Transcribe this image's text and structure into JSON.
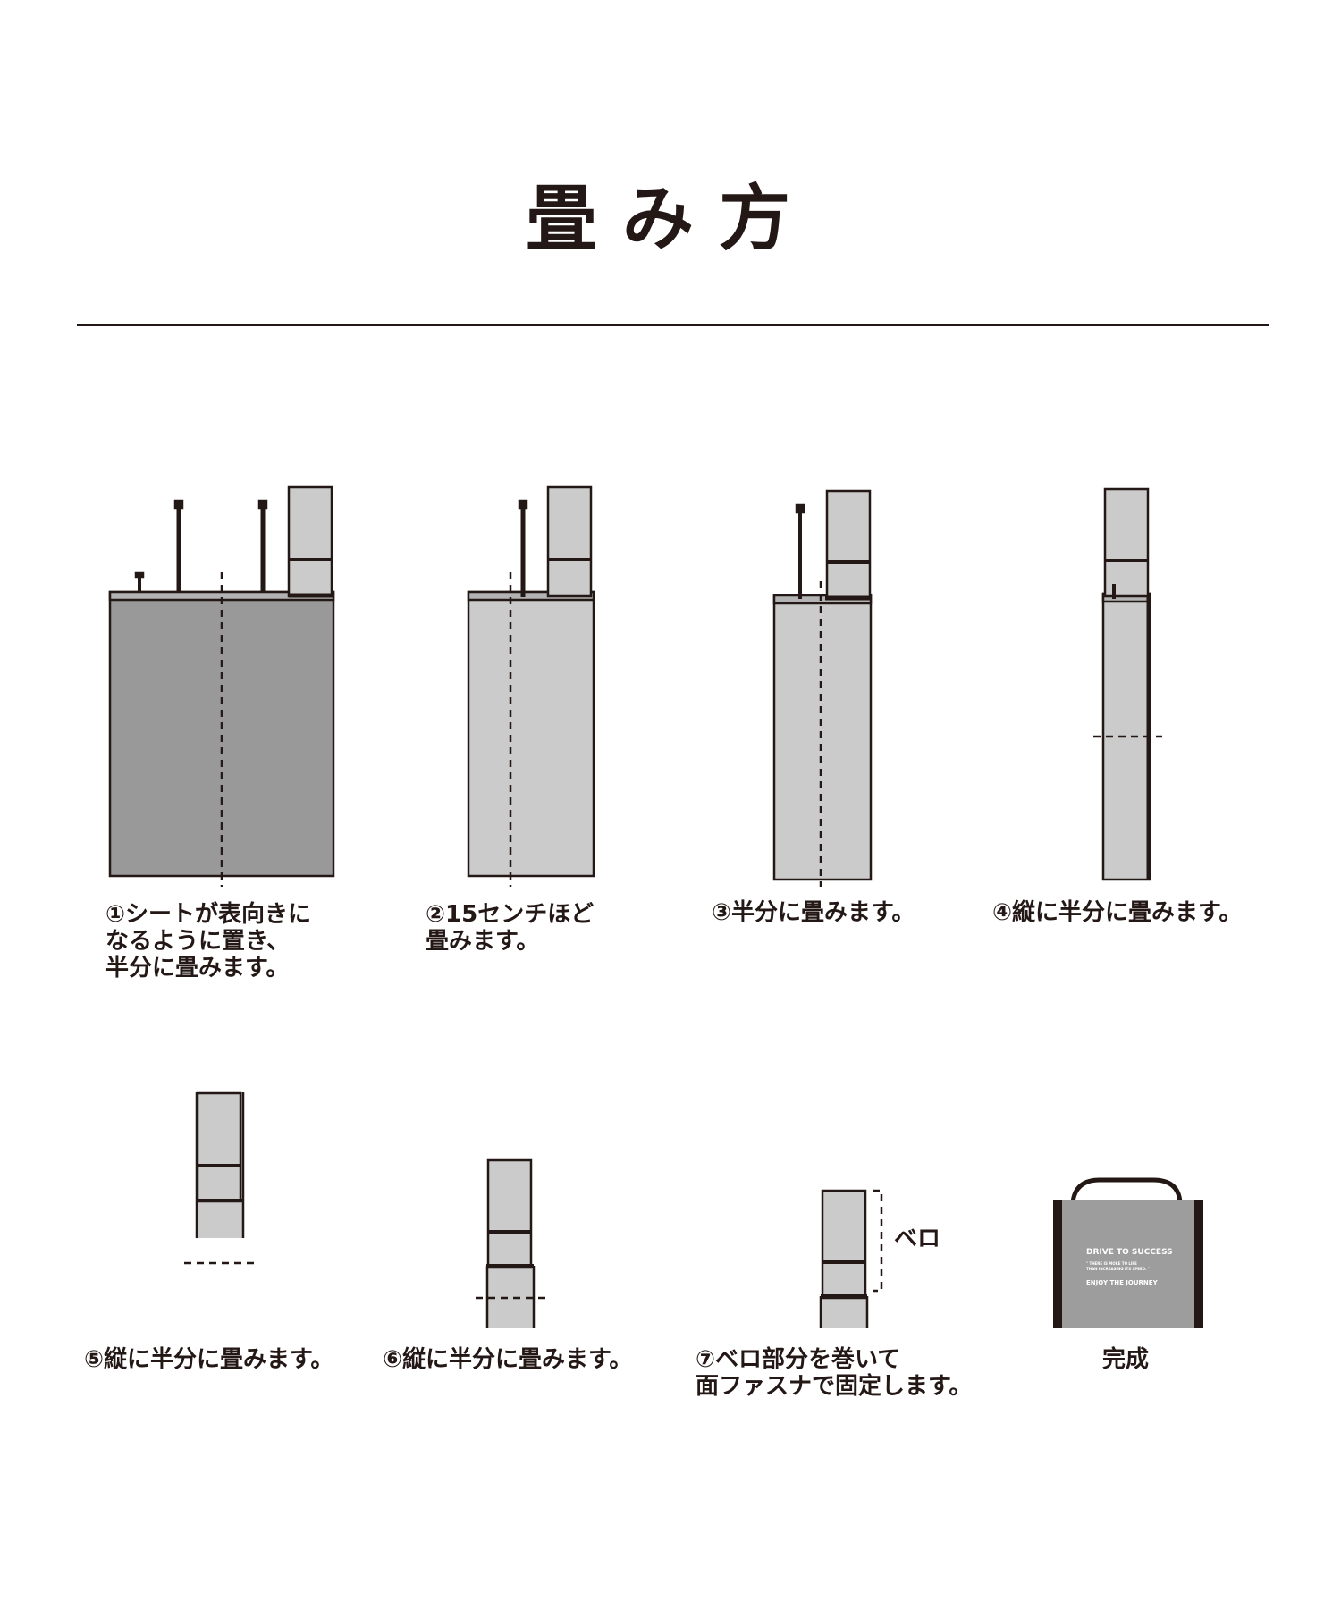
{
  "title": "畳み方",
  "colors": {
    "ink": "#231815",
    "dark_sheet": "#999999",
    "light_sheet": "#cbcbcb",
    "bag": "#9d9d9d"
  },
  "steps": [
    {
      "lines": [
        "①シートが表向きに",
        "なるように置き、",
        "半分に畳みます。"
      ]
    },
    {
      "lines": [
        "②15センチほど",
        "畳みます。"
      ]
    },
    {
      "lines": [
        "③半分に畳みます。"
      ]
    },
    {
      "lines": [
        "④縦に半分に畳みます。"
      ]
    },
    {
      "lines": [
        "⑤縦に半分に畳みます。"
      ]
    },
    {
      "lines": [
        "⑥縦に半分に畳みます。"
      ]
    },
    {
      "lines": [
        "⑦ベロ部分を巻いて",
        "面ファスナで固定します。"
      ]
    },
    {
      "lines": [
        "完成"
      ]
    }
  ],
  "bero_label": "ベロ",
  "bag_print": {
    "heading": "DRIVE TO SUCCESS",
    "tagline_1": "\" THERE IS MORE TO LIFE",
    "tagline_2": "THAN INCREASING ITS SPEED. \"",
    "footer": "ENJOY THE JOURNEY"
  }
}
